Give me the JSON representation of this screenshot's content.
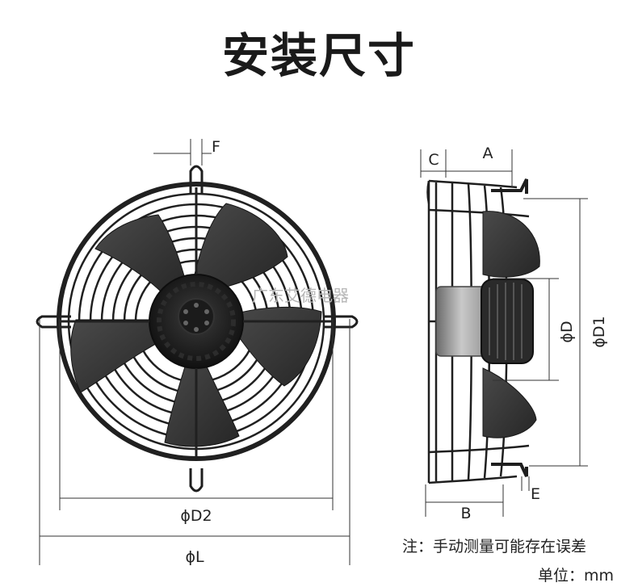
{
  "title": "安装尺寸",
  "watermark": "广东艾德电器",
  "labels": {
    "F": "F",
    "D2": "ϕD2",
    "L": "ϕL",
    "A": "A",
    "C": "C",
    "D": "ϕD",
    "D1": "ϕD1",
    "B": "B",
    "E": "E"
  },
  "notes": {
    "measurement": "注：手动测量可能存在误差",
    "unit": "单位：mm"
  },
  "colors": {
    "fan_black": "#1e1e1e",
    "blade": "#3a3a3a",
    "guard_wire": "#202020",
    "dimension_line": "#333333",
    "motor_silver": "#a8a8a8"
  }
}
